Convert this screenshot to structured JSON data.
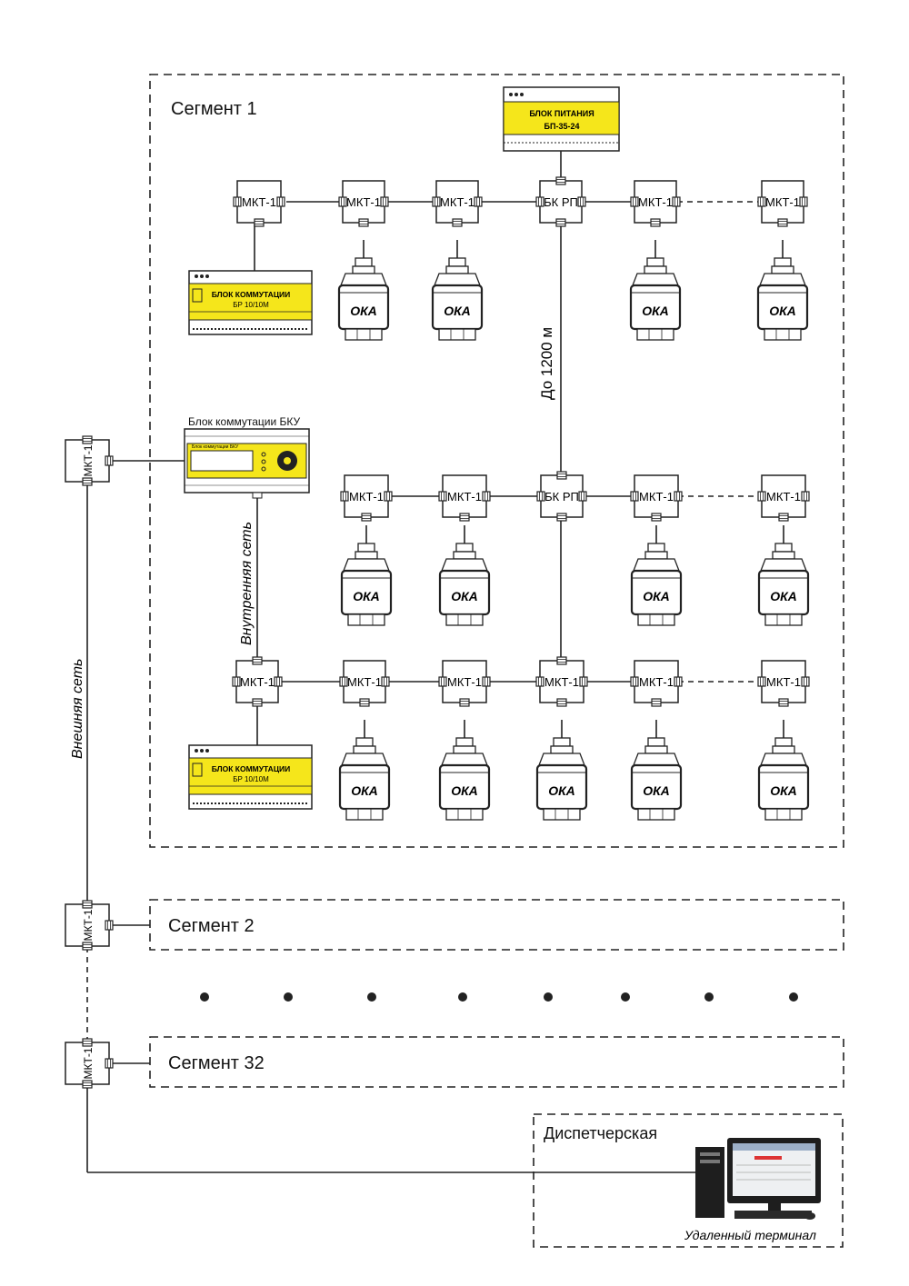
{
  "segments": {
    "s1": "Сегмент 1",
    "s2": "Сегмент 2",
    "s32": "Сегмент 32"
  },
  "nodes": {
    "mkt": "МКТ-1",
    "bkrp": "БК РП",
    "oka": "ОКА"
  },
  "power_supply": {
    "line1": "БЛОК ПИТАНИЯ",
    "line2": "БП-35-24"
  },
  "relay_block": {
    "line1": "БЛОК КОММУТАЦИИ",
    "line2_top": "БР 10/10М",
    "line2_bottom": "БР 10/10М"
  },
  "bku": {
    "caption": "Блок коммутации БКУ",
    "screen_label": "Блок коммутации БКУ"
  },
  "labels": {
    "distance": "До 1200 м",
    "internal_net": "Внутренняя сеть",
    "external_net": "Внешняя сеть",
    "dispatch": "Диспетчерская",
    "terminal": "Удаленный терминал"
  },
  "colors": {
    "module_yellow": "#f5e61b",
    "line": "#222222"
  }
}
